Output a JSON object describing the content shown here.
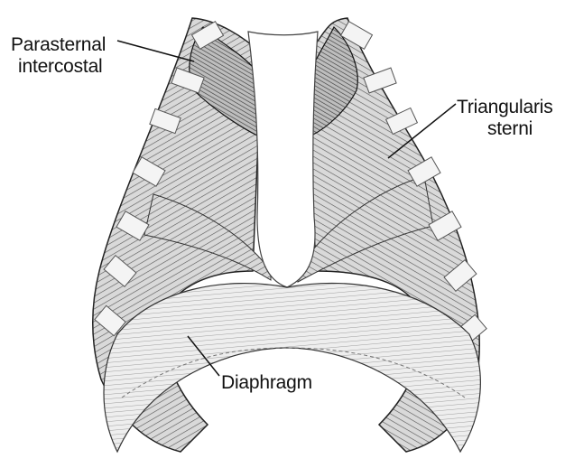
{
  "labels": {
    "parasternal_line1": "Parasternal",
    "parasternal_line2": "intercostal",
    "triangularis_line1": "Triangularis",
    "triangularis_line2": "sterni",
    "diaphragm": "Diaphragm"
  },
  "colors": {
    "ink": "#111111",
    "shade": "#6f6f6f",
    "rib": "#f4f4f4",
    "background": "#ffffff"
  }
}
